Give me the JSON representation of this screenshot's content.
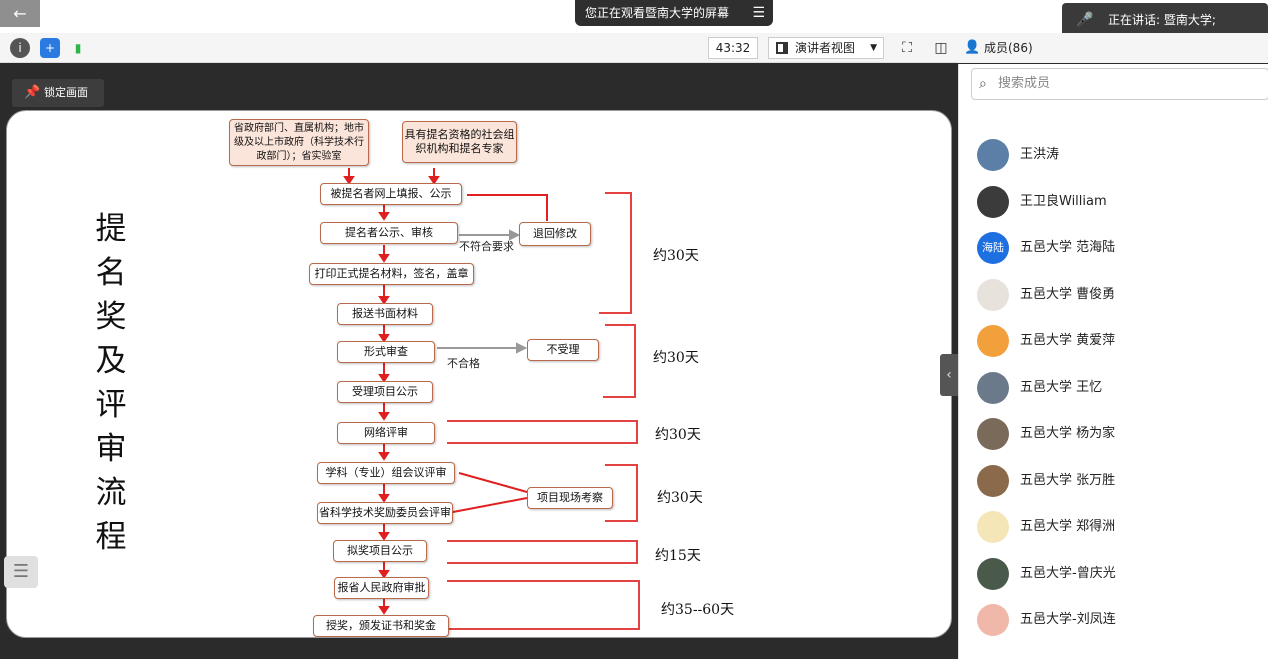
{
  "topbar": {
    "back_icon": "arrow-left-icon",
    "share_banner": "您正在观看暨南大学的屏幕",
    "speaking": "正在讲话: 暨南大学;"
  },
  "toolbar": {
    "timer": "43:32",
    "view_mode": "演讲者视图",
    "members_label": "成员(86)"
  },
  "stage": {
    "lock_tip": "锁定画面"
  },
  "slide": {
    "title_chars": [
      "提",
      "名",
      "奖",
      "及",
      "评",
      "审",
      "流",
      "程"
    ],
    "source_left": "省政府部门、直属机构；地市级及以上市政府（科学技术行政部门）；省实验室",
    "source_right": "具有提名资格的社会组织机构和提名专家",
    "steps": [
      "被提名者网上填报、公示",
      "提名者公示、审核",
      "打印正式提名材料，签名，盖章",
      "报送书面材料",
      "形式审查",
      "受理项目公示",
      "网络评审",
      "学科（专业）组会议评审",
      "省科学技术奖励委员会评审",
      "拟奖项目公示",
      "报省人民政府审批",
      "授奖，颁发证书和奖金"
    ],
    "side_boxes": [
      "退回修改",
      "不受理",
      "项目现场考察"
    ],
    "notes": [
      "不符合要求",
      "不合格"
    ],
    "durations": [
      "约30天",
      "约30天",
      "约30天",
      "约30天",
      "约15天",
      "约35--60天"
    ],
    "arrow_color": "#e02020",
    "box_border": "#b86a4a",
    "pink_fill": "#fbe5da"
  },
  "sidebar": {
    "search_placeholder": "搜索成员",
    "members": [
      {
        "name": "王洪涛",
        "avatar_color": "#5b7fa6"
      },
      {
        "name": "王卫良William",
        "avatar_color": "#3b3b3b"
      },
      {
        "name": "五邑大学  范海陆",
        "avatar_color": "#1e6fe0",
        "avatar_text": "海陆"
      },
      {
        "name": "五邑大学 曹俊勇",
        "avatar_color": "#e8e2dc"
      },
      {
        "name": "五邑大学 黄爱萍",
        "avatar_color": "#f2a03c"
      },
      {
        "name": "五邑大学 王忆",
        "avatar_color": "#6b7a8a"
      },
      {
        "name": "五邑大学 杨为家",
        "avatar_color": "#7a6a5a"
      },
      {
        "name": "五邑大学 张万胜",
        "avatar_color": "#8a6a4a"
      },
      {
        "name": "五邑大学 郑得洲",
        "avatar_color": "#f5e6b8"
      },
      {
        "name": "五邑大学-曾庆光",
        "avatar_color": "#4a5a4a"
      },
      {
        "name": "五邑大学-刘凤连",
        "avatar_color": "#f0b8a8"
      }
    ]
  }
}
